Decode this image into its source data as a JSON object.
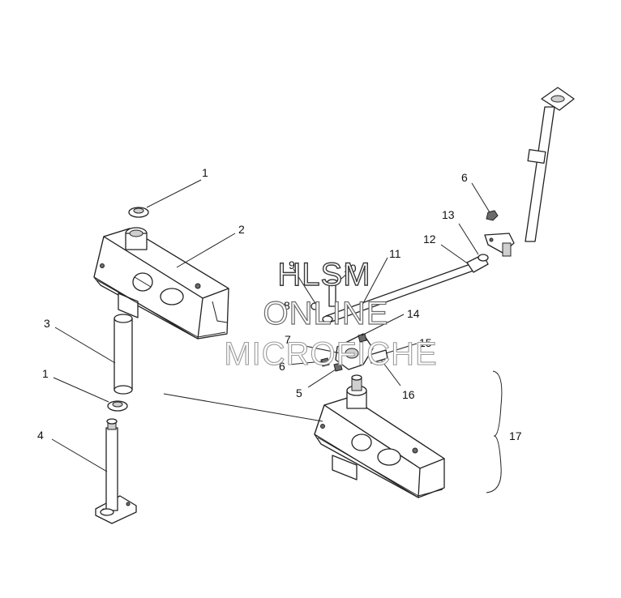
{
  "diagram": {
    "callouts": [
      {
        "id": "c1a",
        "text": "1"
      },
      {
        "id": "c2",
        "text": "2"
      },
      {
        "id": "c3",
        "text": "3"
      },
      {
        "id": "c1b",
        "text": "1"
      },
      {
        "id": "c4",
        "text": "4"
      },
      {
        "id": "c6a",
        "text": "6"
      },
      {
        "id": "c13",
        "text": "13"
      },
      {
        "id": "c12",
        "text": "12"
      },
      {
        "id": "c11",
        "text": "11"
      },
      {
        "id": "c9",
        "text": "9"
      },
      {
        "id": "c10",
        "text": "10"
      },
      {
        "id": "c8",
        "text": "8"
      },
      {
        "id": "c14",
        "text": "14"
      },
      {
        "id": "c7",
        "text": "7"
      },
      {
        "id": "c15",
        "text": "15"
      },
      {
        "id": "c6b",
        "text": "6"
      },
      {
        "id": "c5",
        "text": "5"
      },
      {
        "id": "c16",
        "text": "16"
      },
      {
        "id": "c17",
        "text": "17"
      }
    ]
  },
  "watermark": {
    "line1": "HLSM",
    "line2": "ONLINE",
    "line3": "MICROFICHE"
  }
}
